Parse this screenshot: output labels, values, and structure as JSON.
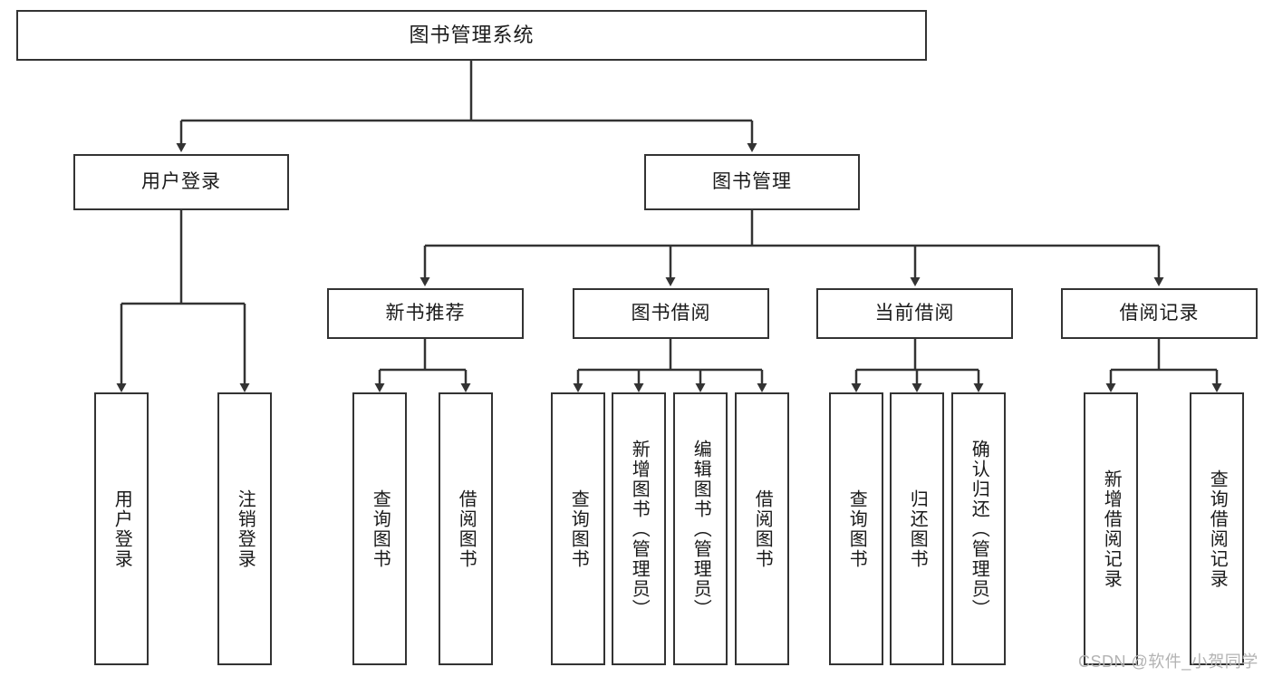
{
  "diagram": {
    "title": "图书管理系统",
    "type": "tree-hierarchy-chart",
    "watermark": "CSDN @软件_小贺同学",
    "colors": {
      "stroke": "#333333",
      "fill": "#ffffff",
      "text": "#1a1a1a",
      "watermark": "#b3b3b3"
    },
    "root": {
      "label": "图书管理系统"
    },
    "level2": [
      {
        "id": "user-login",
        "label": "用户登录"
      },
      {
        "id": "book-manage",
        "label": "图书管理"
      }
    ],
    "level3": [
      {
        "id": "new-book-recommend",
        "label": "新书推荐"
      },
      {
        "id": "book-borrow",
        "label": "图书借阅"
      },
      {
        "id": "current-borrow",
        "label": "当前借阅"
      },
      {
        "id": "borrow-record",
        "label": "借阅记录"
      }
    ],
    "leaves": {
      "user_login": [
        {
          "id": "leaf-user-login",
          "label": "用户登录"
        },
        {
          "id": "leaf-logout",
          "label": "注销登录"
        }
      ],
      "new_book_recommend": [
        {
          "id": "leaf-query-book-1",
          "label": "查询图书"
        },
        {
          "id": "leaf-borrow-book-1",
          "label": "借阅图书"
        }
      ],
      "book_borrow": [
        {
          "id": "leaf-query-book-2",
          "label": "查询图书"
        },
        {
          "id": "leaf-add-book",
          "label": "新增图书（管理员）"
        },
        {
          "id": "leaf-edit-book",
          "label": "编辑图书（管理员）"
        },
        {
          "id": "leaf-borrow-book-2",
          "label": "借阅图书"
        }
      ],
      "current_borrow": [
        {
          "id": "leaf-query-book-3",
          "label": "查询图书"
        },
        {
          "id": "leaf-return-book",
          "label": "归还图书"
        },
        {
          "id": "leaf-confirm-return",
          "label": "确认归还（管理员）"
        }
      ],
      "borrow_record": [
        {
          "id": "leaf-add-record",
          "label": "新增借阅记录"
        },
        {
          "id": "leaf-query-record",
          "label": "查询借阅记录"
        }
      ]
    }
  }
}
